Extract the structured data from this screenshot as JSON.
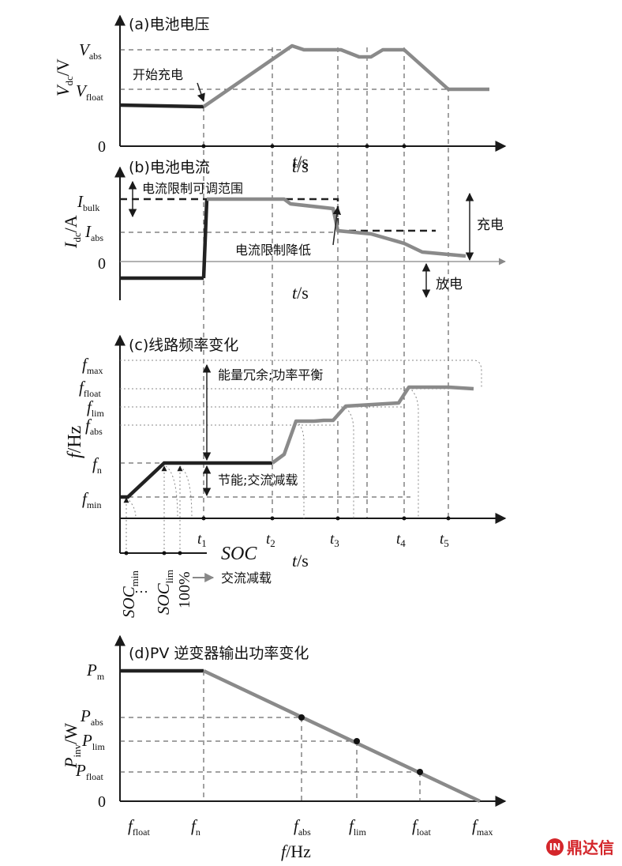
{
  "panel_a": {
    "title": "(a)电池电压",
    "ylabel_main": "V",
    "ylabel_sub": "dc",
    "ylabel_unit": "/V",
    "v_abs_main": "V",
    "v_abs_sub": "abs",
    "v_float_main": "V",
    "v_float_sub": "float",
    "zero": "0",
    "start_charge": "开始充电",
    "xlabel_main": "t",
    "xlabel_unit": "/s"
  },
  "panel_b": {
    "title": "(b)电池电流",
    "ylabel_main": "I",
    "ylabel_sub": "dc",
    "ylabel_unit": "/A",
    "i_bulk_main": "I",
    "i_bulk_sub": "bulk",
    "i_abs_main": "I",
    "i_abs_sub": "abs",
    "zero": "0",
    "limit_range": "电流限制可调范围",
    "limit_lower": "电流限制降低",
    "charge": "充电",
    "discharge": "放电",
    "xlabel_main": "t",
    "xlabel_unit": "/s"
  },
  "panel_c": {
    "title": "(c)线路频率变化",
    "ylabel_main": "f",
    "ylabel_unit": "/Hz",
    "f_max_sub": "max",
    "f_float_sub": "float",
    "f_lim_sub": "lim",
    "f_abs_sub": "abs",
    "f_n_sub": "n",
    "f_min_sub": "min",
    "f_main": "f",
    "energy_note": "能量冗余;功率平衡",
    "save_note": "节能;交流减载",
    "t_main": "t",
    "t_subs": [
      "1",
      "2",
      "3",
      "4",
      "5"
    ],
    "soc_label": "SOC",
    "xlabel_main": "t",
    "xlabel_unit": "/s",
    "soc_min_main": "SOC",
    "soc_min_sub": "min",
    "ellipsis": "…",
    "soc_lim_main": "SOC",
    "soc_lim_sub": "lim",
    "soc_100": "100%",
    "ac_shed": "交流减载"
  },
  "panel_d": {
    "title": "(d)PV 逆变器输出功率变化",
    "ylabel_main": "P",
    "ylabel_sub": "inv",
    "ylabel_unit": "/W",
    "p_m_main": "P",
    "p_m_sub": "m",
    "p_abs_main": "P",
    "p_abs_sub": "abs",
    "p_lim_main": "P",
    "p_lim_sub": "lim",
    "p_float_main": "P",
    "p_float_sub": "float",
    "zero": "0",
    "f_main": "f",
    "x_subs": [
      "float",
      "n",
      "abs",
      "lim",
      "loat",
      "max"
    ],
    "xlabel_main": "f",
    "xlabel_unit": "/Hz"
  },
  "logo": {
    "text": "鼎达信",
    "mark": "IN"
  },
  "colors": {
    "curve": "#8a8a8a",
    "curve_dark": "#222222",
    "logo": "#d4262b"
  }
}
